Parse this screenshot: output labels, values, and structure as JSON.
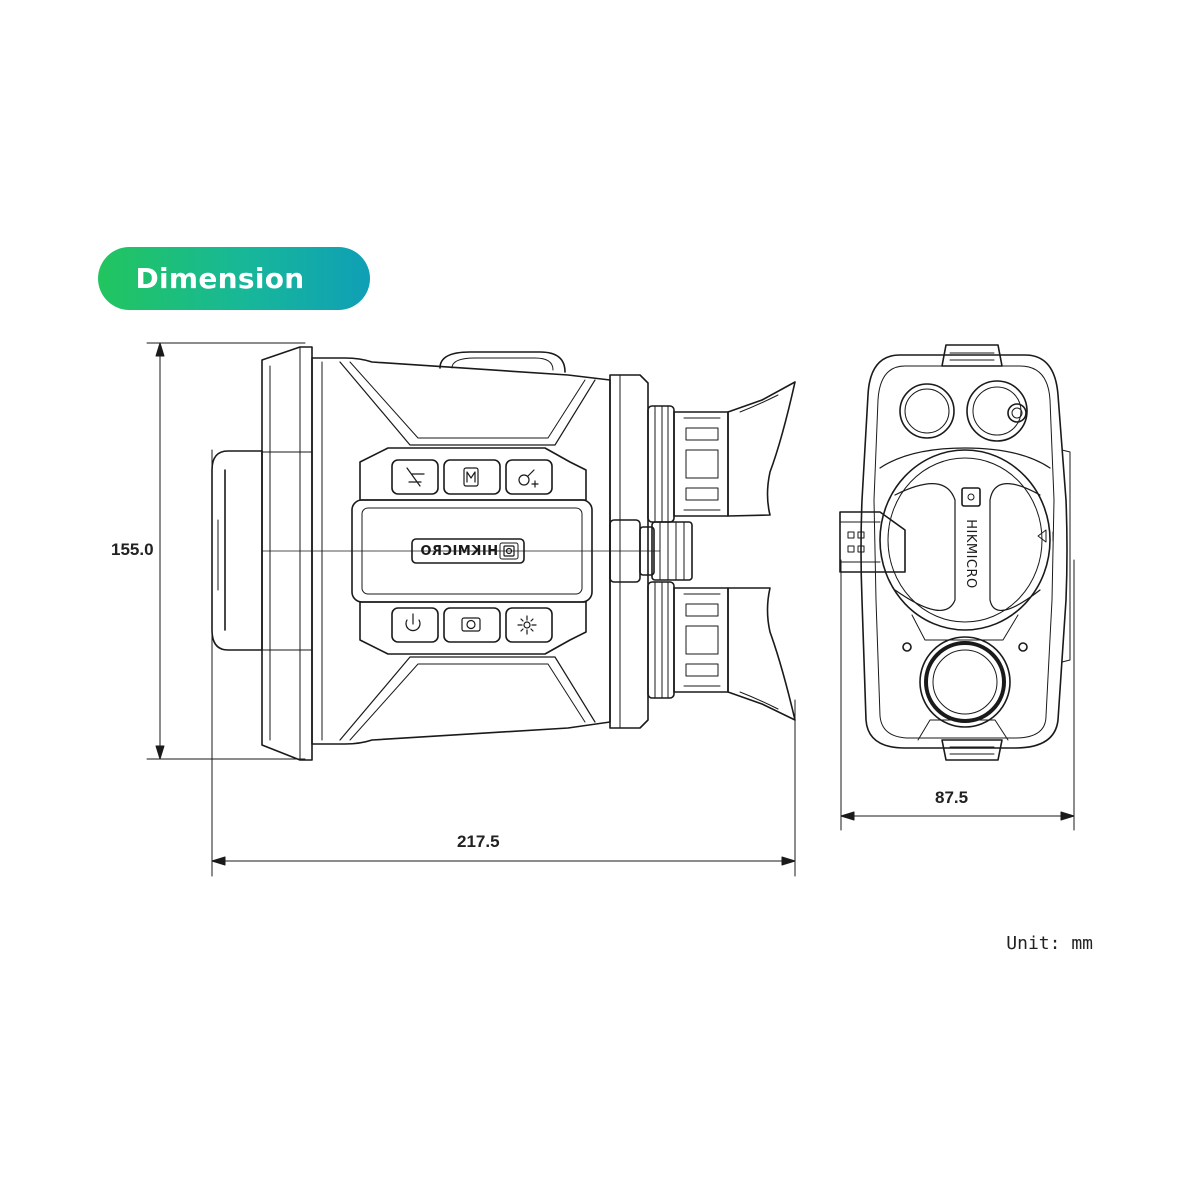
{
  "header": {
    "title": "Dimension"
  },
  "dimensions": {
    "height": "155.0",
    "length": "217.5",
    "width": "87.5"
  },
  "unit_label": "Unit: mm",
  "brand": {
    "logo_text": "HIKMICRO"
  },
  "colors": {
    "gradient_start": "#22c55e",
    "gradient_end": "#0f9fb6",
    "line": "#1a1a1a"
  }
}
